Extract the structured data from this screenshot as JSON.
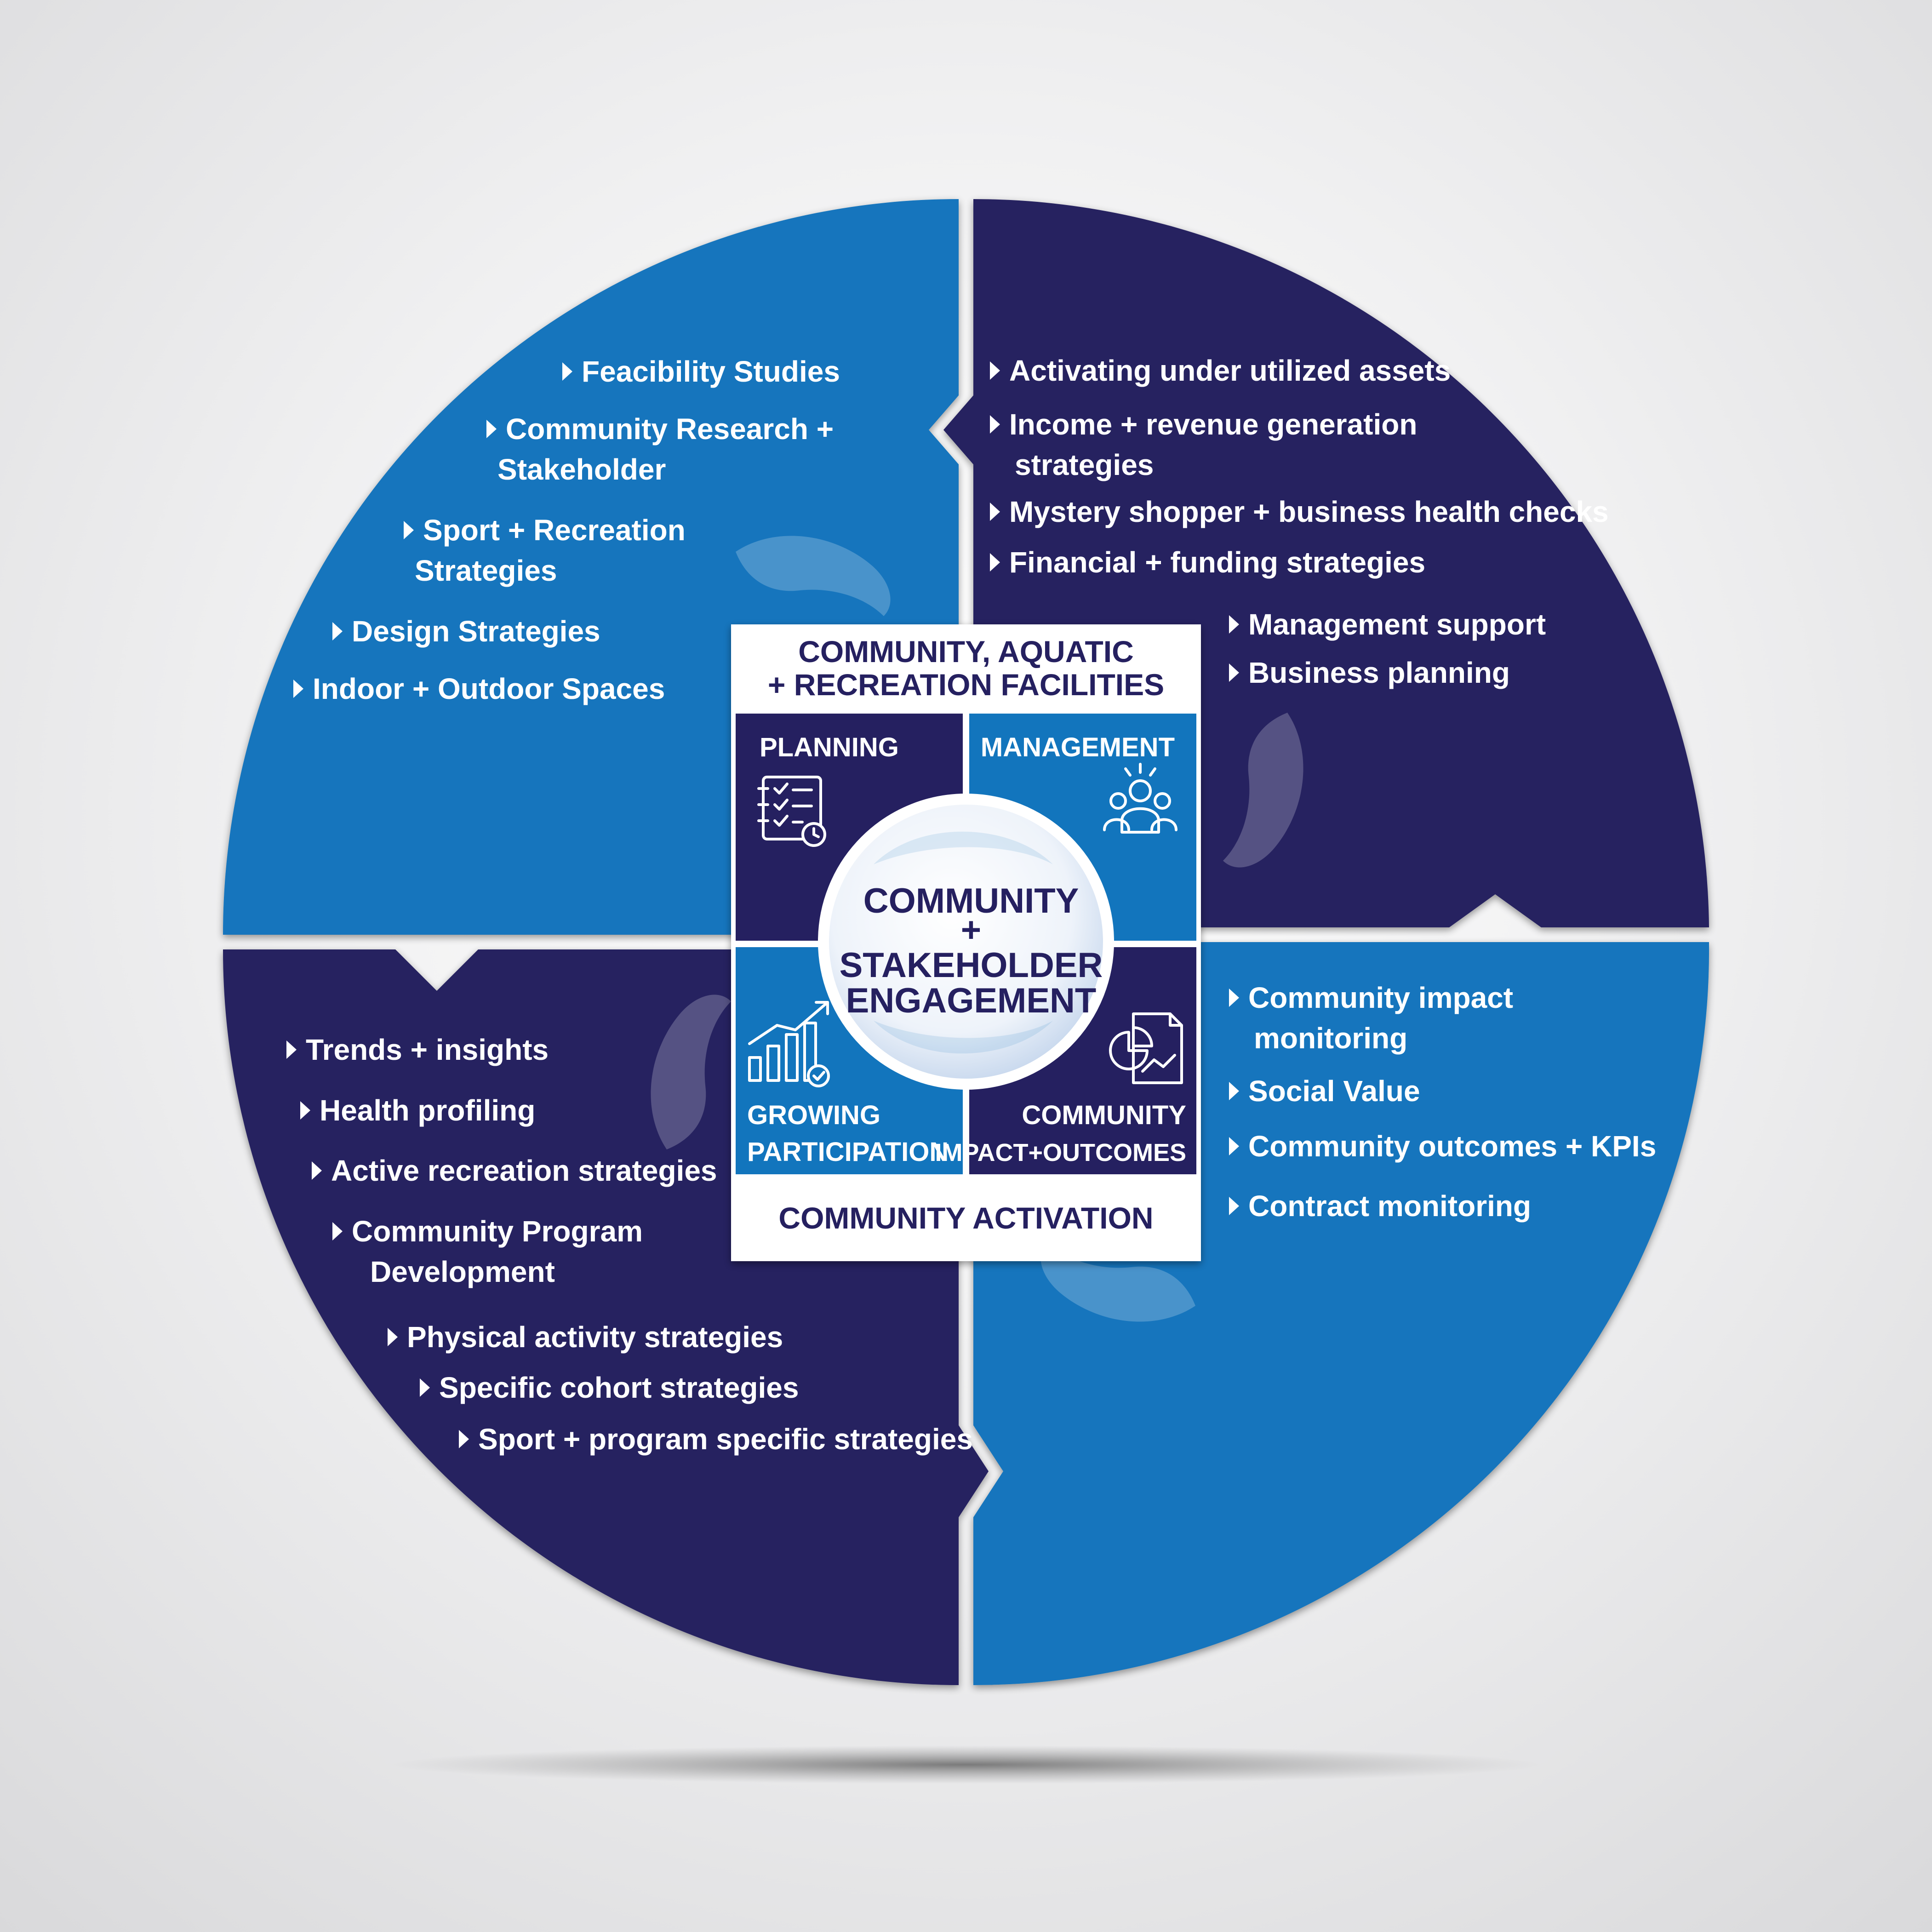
{
  "colors": {
    "light_blue": "#1275bd",
    "dark_navy": "#252060",
    "white": "#ffffff",
    "background": "#eeeeef"
  },
  "quadrants": {
    "top_left": {
      "color": "#1275bd",
      "items": [
        [
          "Feacibility Studies"
        ],
        [
          "Community Research +",
          "Stakeholder"
        ],
        [
          "Sport + Recreation",
          "Strategies"
        ],
        [
          "Design Strategies"
        ],
        [
          "Indoor + Outdoor Spaces"
        ]
      ]
    },
    "top_right": {
      "color": "#252060",
      "items": [
        [
          "Activating under utilized assets"
        ],
        [
          "Income + revenue generation",
          "strategies"
        ],
        [
          "Mystery shopper + business health checks"
        ],
        [
          "Financial + funding strategies"
        ],
        [
          "Management support"
        ],
        [
          "Business planning"
        ]
      ]
    },
    "bottom_left": {
      "color": "#252060",
      "items": [
        [
          "Trends + insights"
        ],
        [
          "Health profiling"
        ],
        [
          "Active recreation strategies"
        ],
        [
          "Community Program",
          "Development"
        ],
        [
          "Physical activity strategies"
        ],
        [
          "Specific cohort strategies"
        ],
        [
          "Sport + program specific strategies"
        ]
      ]
    },
    "bottom_right": {
      "color": "#1275bd",
      "items": [
        [
          "Community impact",
          "monitoring"
        ],
        [
          "Social Value"
        ],
        [
          "Community outcomes + KPIs"
        ],
        [
          "Contract monitoring"
        ]
      ]
    }
  },
  "center": {
    "top_title_line1": "COMMUNITY, AQUATIC",
    "top_title_line2": "+ RECREATION FACILITIES",
    "bottom_title": "COMMUNITY ACTIVATION",
    "planning": {
      "label": "PLANNING",
      "icon": "checklist-icon"
    },
    "management": {
      "label": "MANAGEMENT",
      "icon": "team-icon"
    },
    "growing": {
      "line1": "GROWING",
      "line2": "PARTICIPATION",
      "icon": "growth-chart-icon"
    },
    "impact": {
      "line1": "COMMUNITY",
      "line2": "IMPACT+OUTCOMES",
      "icon": "report-icon"
    },
    "hub": {
      "line1": "COMMUNITY",
      "line2": "+",
      "line3": "STAKEHOLDER",
      "line4": "ENGAGEMENT"
    }
  }
}
